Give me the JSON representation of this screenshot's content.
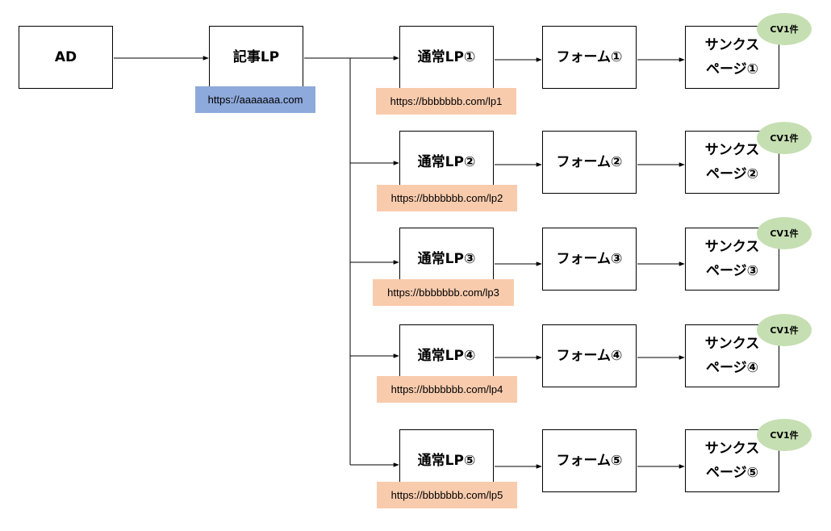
{
  "colors": {
    "article_url_bg": "#8ea9db",
    "lp_url_bg": "#f8cbad",
    "cv_badge_bg": "#c5dfb2",
    "line": "#000000"
  },
  "ad": {
    "label": "AD"
  },
  "article": {
    "label": "記事LP",
    "url": "https://aaaaaaa.com"
  },
  "rows": [
    {
      "lp": "通常LP①",
      "url": "https://bbbbbbb.com/lp1",
      "form": "フォーム①",
      "thanks_line1": "サンクス",
      "thanks_line2": "ページ①",
      "cv": "CV1件"
    },
    {
      "lp": "通常LP②",
      "url": "https://bbbbbbb.com/lp2",
      "form": "フォーム②",
      "thanks_line1": "サンクス",
      "thanks_line2": "ページ②",
      "cv": "CV1件"
    },
    {
      "lp": "通常LP③",
      "url": "https://bbbbbbb.com/lp3",
      "form": "フォーム③",
      "thanks_line1": "サンクス",
      "thanks_line2": "ページ③",
      "cv": "CV1件"
    },
    {
      "lp": "通常LP④",
      "url": "https://bbbbbbb.com/lp4",
      "form": "フォーム④",
      "thanks_line1": "サンクス",
      "thanks_line2": "ページ④",
      "cv": "CV1件"
    },
    {
      "lp": "通常LP⑤",
      "url": "https://bbbbbbb.com/lp5",
      "form": "フォーム⑤",
      "thanks_line1": "サンクス",
      "thanks_line2": "ページ⑤",
      "cv": "CV1件"
    }
  ]
}
